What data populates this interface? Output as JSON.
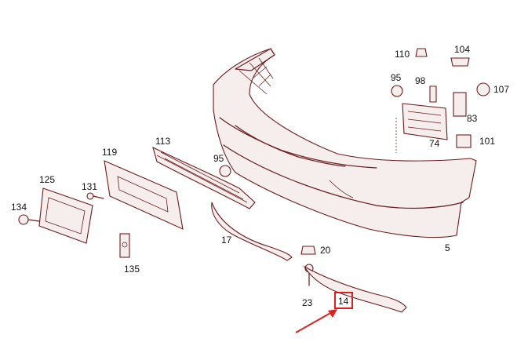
{
  "labels": {
    "p110": "110",
    "p104": "104",
    "p95a": "95",
    "p98": "98",
    "p107": "107",
    "p83": "83",
    "p74": "74",
    "p101": "101",
    "p113": "113",
    "p119": "119",
    "p95b": "95",
    "p125": "125",
    "p131": "131",
    "p134": "134",
    "p17": "17",
    "p135": "135",
    "p20": "20",
    "p5": "5",
    "p23": "23",
    "p14": "14"
  },
  "colors": {
    "line": "#6b1d1d",
    "highlight": "#e02020"
  },
  "highlight": {
    "part": "14"
  }
}
